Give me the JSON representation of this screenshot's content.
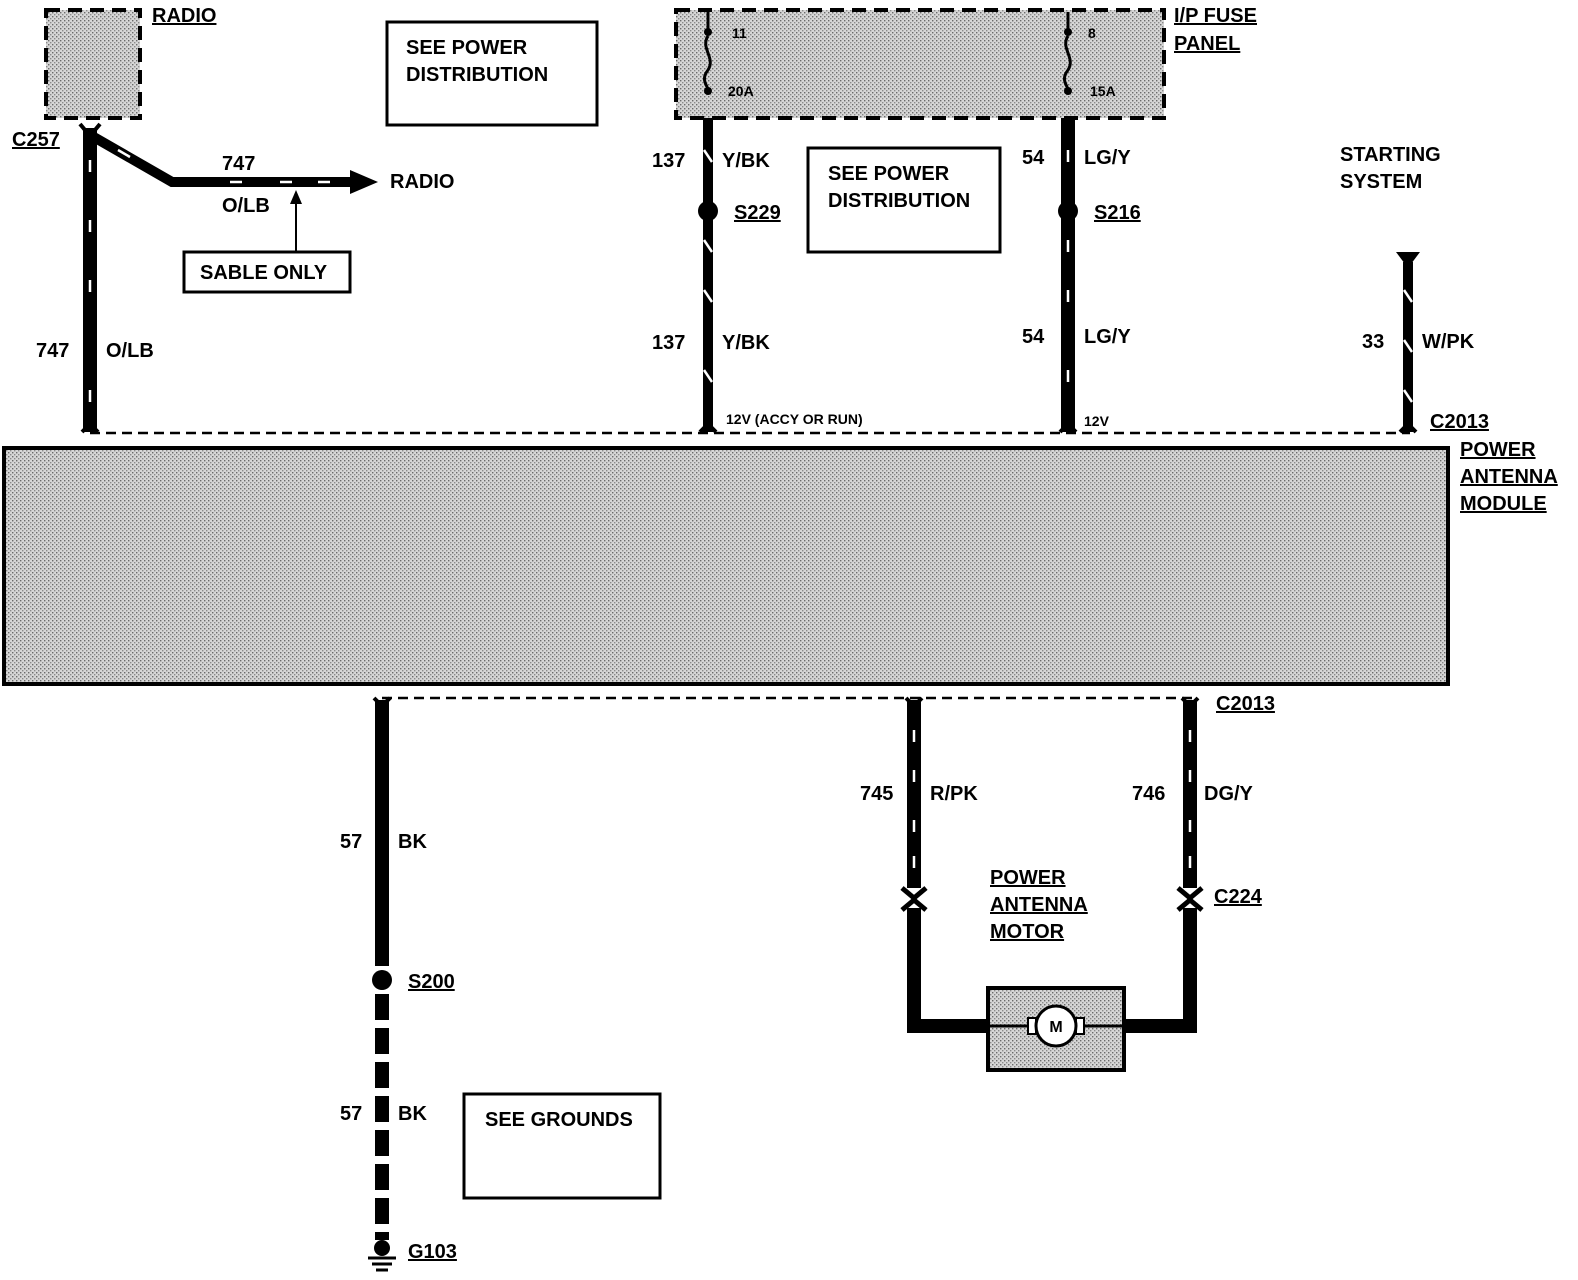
{
  "components": {
    "radio": "RADIO",
    "fuse_panel_line1": "I/P FUSE",
    "fuse_panel_line2": "PANEL",
    "fuse_left_number": "11",
    "fuse_left_rating": "20A",
    "fuse_right_number": "8",
    "fuse_right_rating": "15A",
    "module_line1": "POWER",
    "module_line2": "ANTENNA",
    "module_line3": "MODULE",
    "motor_line1": "POWER",
    "motor_line2": "ANTENNA",
    "motor_line3": "MOTOR",
    "motor_symbol": "M",
    "starting_line1": "STARTING",
    "starting_line2": "SYSTEM"
  },
  "notes": {
    "see_power_1_line1": "SEE POWER",
    "see_power_1_line2": "DISTRIBUTION",
    "see_power_2_line1": "SEE POWER",
    "see_power_2_line2": "DISTRIBUTION",
    "sable_only": "SABLE ONLY",
    "see_grounds": "SEE GROUNDS",
    "radio_arrow": "RADIO",
    "pin_accy_run": "12V (ACCY OR RUN)",
    "pin_12v": "12V"
  },
  "connectors": {
    "c257": "C257",
    "c2013_top": "C2013",
    "c2013_bottom": "C2013",
    "c224": "C224",
    "s229": "S229",
    "s216": "S216",
    "s200": "S200",
    "g103": "G103"
  },
  "wires": {
    "w747_branch_num": "747",
    "w747_branch_color": "O/LB",
    "w747_num": "747",
    "w747_color": "O/LB",
    "w137_top_num": "137",
    "w137_top_color": "Y/BK",
    "w137_bot_num": "137",
    "w137_bot_color": "Y/BK",
    "w54_top_num": "54",
    "w54_top_color": "LG/Y",
    "w54_bot_num": "54",
    "w54_bot_color": "LG/Y",
    "w33_num": "33",
    "w33_color": "W/PK",
    "w745_num": "745",
    "w745_color": "R/PK",
    "w746_num": "746",
    "w746_color": "DG/Y",
    "w57_top_num": "57",
    "w57_top_color": "BK",
    "w57_bot_num": "57",
    "w57_bot_color": "BK"
  }
}
